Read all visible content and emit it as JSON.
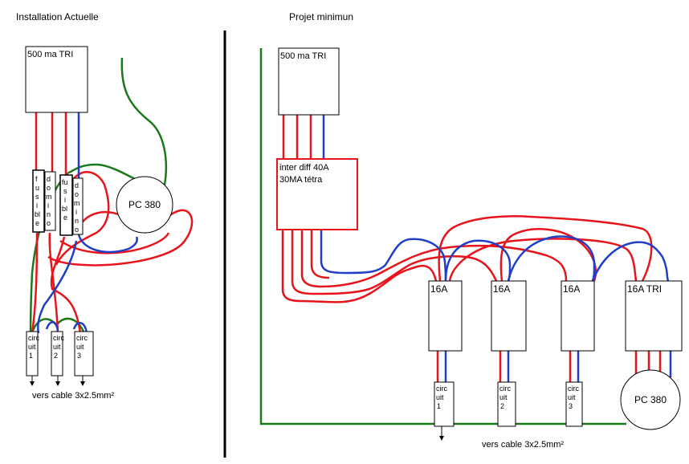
{
  "left": {
    "title": "Installation Actuelle",
    "panel_label": "500 ma TRI",
    "fuse_1": [
      "f",
      "u",
      "s",
      "i",
      "bl",
      "e"
    ],
    "domino_1": [
      "d",
      "o",
      "m",
      "i",
      "n",
      "o"
    ],
    "fuse_2": [
      "fu",
      "s",
      "i",
      "bl",
      "e"
    ],
    "domino_2": [
      "d",
      "o",
      "m",
      "i",
      "n",
      "o"
    ],
    "pc_label": "PC 380",
    "circuits": [
      {
        "line1": "circ",
        "line2": "uit",
        "line3": "1"
      },
      {
        "line1": "circ",
        "line2": "uit",
        "line3": "2"
      },
      {
        "line1": "circ",
        "line2": "uit",
        "line3": "3"
      }
    ],
    "cable_note": "vers cable 3x2.5mm²"
  },
  "right": {
    "title": "Projet minimun",
    "panel_label": "500 ma TRI",
    "diff_line1": "inter diff 40A",
    "diff_line2": "30MA tétra",
    "breakers": [
      "16A",
      "16A",
      "16A",
      "16A TRI"
    ],
    "pc_label": "PC 380",
    "circuits": [
      {
        "line1": "circ",
        "line2": "uit",
        "line3": "1"
      },
      {
        "line1": "circ",
        "line2": "uit",
        "line3": "2"
      },
      {
        "line1": "circ",
        "line2": "uit",
        "line3": "3"
      }
    ],
    "cable_note": "vers cable 3x2.5mm²"
  },
  "colors": {
    "phase": "#e8141c",
    "neutral": "#1f3fc8",
    "earth": "#1a7a1a",
    "divider": "#000000"
  }
}
